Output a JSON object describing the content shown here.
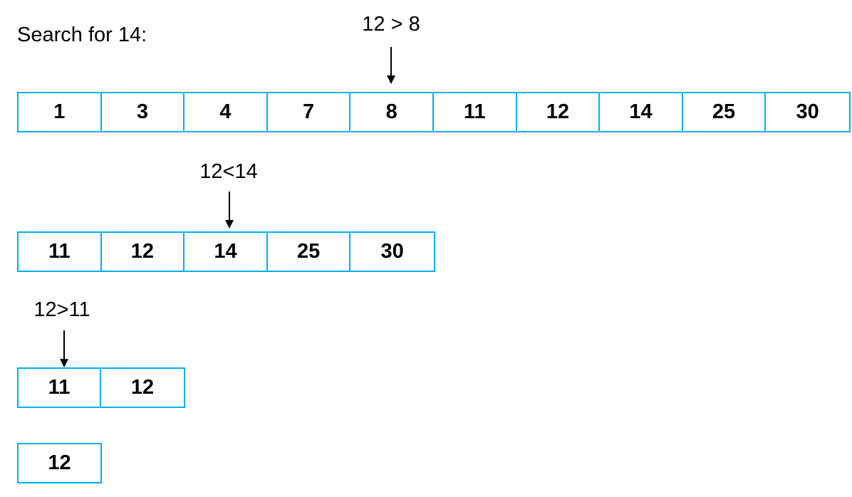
{
  "title": "Search for 14:",
  "steps": [
    {
      "comparison": "12 > 8",
      "values": [
        "1",
        "3",
        "4",
        "7",
        "8",
        "11",
        "12",
        "14",
        "25",
        "30"
      ]
    },
    {
      "comparison": "12<14",
      "values": [
        "11",
        "12",
        "14",
        "25",
        "30"
      ]
    },
    {
      "comparison": "12>11",
      "values": [
        "11",
        "12"
      ]
    },
    {
      "comparison": "",
      "values": [
        "12"
      ]
    }
  ],
  "colors": {
    "cell_border": "#00B0F0",
    "text": "#000000"
  }
}
